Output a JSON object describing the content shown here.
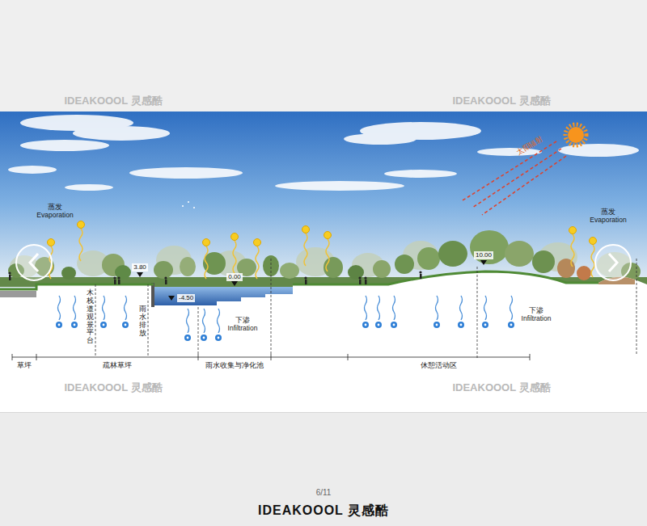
{
  "diagram": {
    "labels": [
      "IDEAKOOOL 灵感酷",
      "IDEAKOOOL 灵感酷",
      "太阳辐射",
      "蒸发 Evaporation",
      "蒸发 Evaporation",
      "3.80",
      "0.00",
      "-4.50",
      "10.00",
      "下渗 Infiltration",
      "下渗 Infiltration",
      "木栈道观景平台",
      "雨水排放",
      "草坪",
      "疏林草坪",
      "雨水收集与净化池",
      "休憩活动区",
      "IDEAKOOOL 灵感酷",
      "IDEAKOOOL 灵感酷",
      "6/11",
      "IDEAKOOOL 灵感酷"
    ]
  }
}
